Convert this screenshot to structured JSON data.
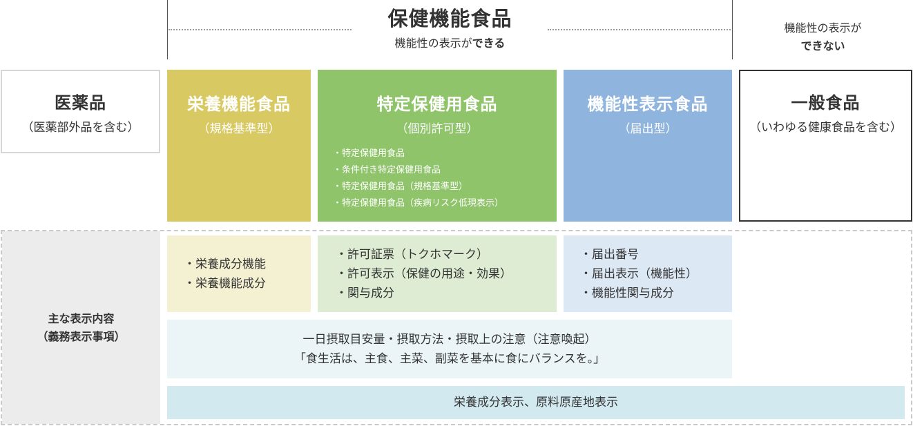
{
  "header": {
    "title": "保健機能食品",
    "subtitle_prefix": "機能性の表示が",
    "subtitle_bold": "できる",
    "right_line1": "機能性の表示が",
    "right_line2": "できない"
  },
  "categories": [
    {
      "title": "医薬品",
      "subtitle": "（医薬部外品を含む）",
      "color": "#ffffff"
    },
    {
      "title": "栄養機能食品",
      "subtitle": "（規格基準型）",
      "color": "#d8c962"
    },
    {
      "title": "特定保健用食品",
      "subtitle": "（個別許可型）",
      "color": "#8fc46b",
      "items": [
        "特定保健用食品",
        "条件付き特定保健用食品",
        "特定保健用食品（規格基準型）",
        "特定保健用食品（疾病リスク低現表示）"
      ]
    },
    {
      "title": "機能性表示食品",
      "subtitle": "（届出型）",
      "color": "#8fb4dd"
    },
    {
      "title": "一般食品",
      "subtitle": "（いわゆる健康食品を含む）",
      "color": "#ffffff"
    }
  ],
  "labels": {
    "main_line1": "主な表示内容",
    "main_line2": "（義務表示事項）"
  },
  "details": {
    "nutrition": [
      "栄養成分機能",
      "栄養機能成分"
    ],
    "tokuho": [
      "許可証票（トクホマーク）",
      "許可表示（保健の用途・効果）",
      "関与成分"
    ],
    "functional": [
      "届出番号",
      "届出表示（機能性）",
      "機能性関与成分"
    ],
    "common_line1": "一日摂取目安量・摂取方法・摂取上の注意（注意喚起）",
    "common_line2": "「食生活は、主食、主菜、副菜を基本に食にバランスを。」",
    "all": "栄養成分表示、原料原産地表示"
  }
}
